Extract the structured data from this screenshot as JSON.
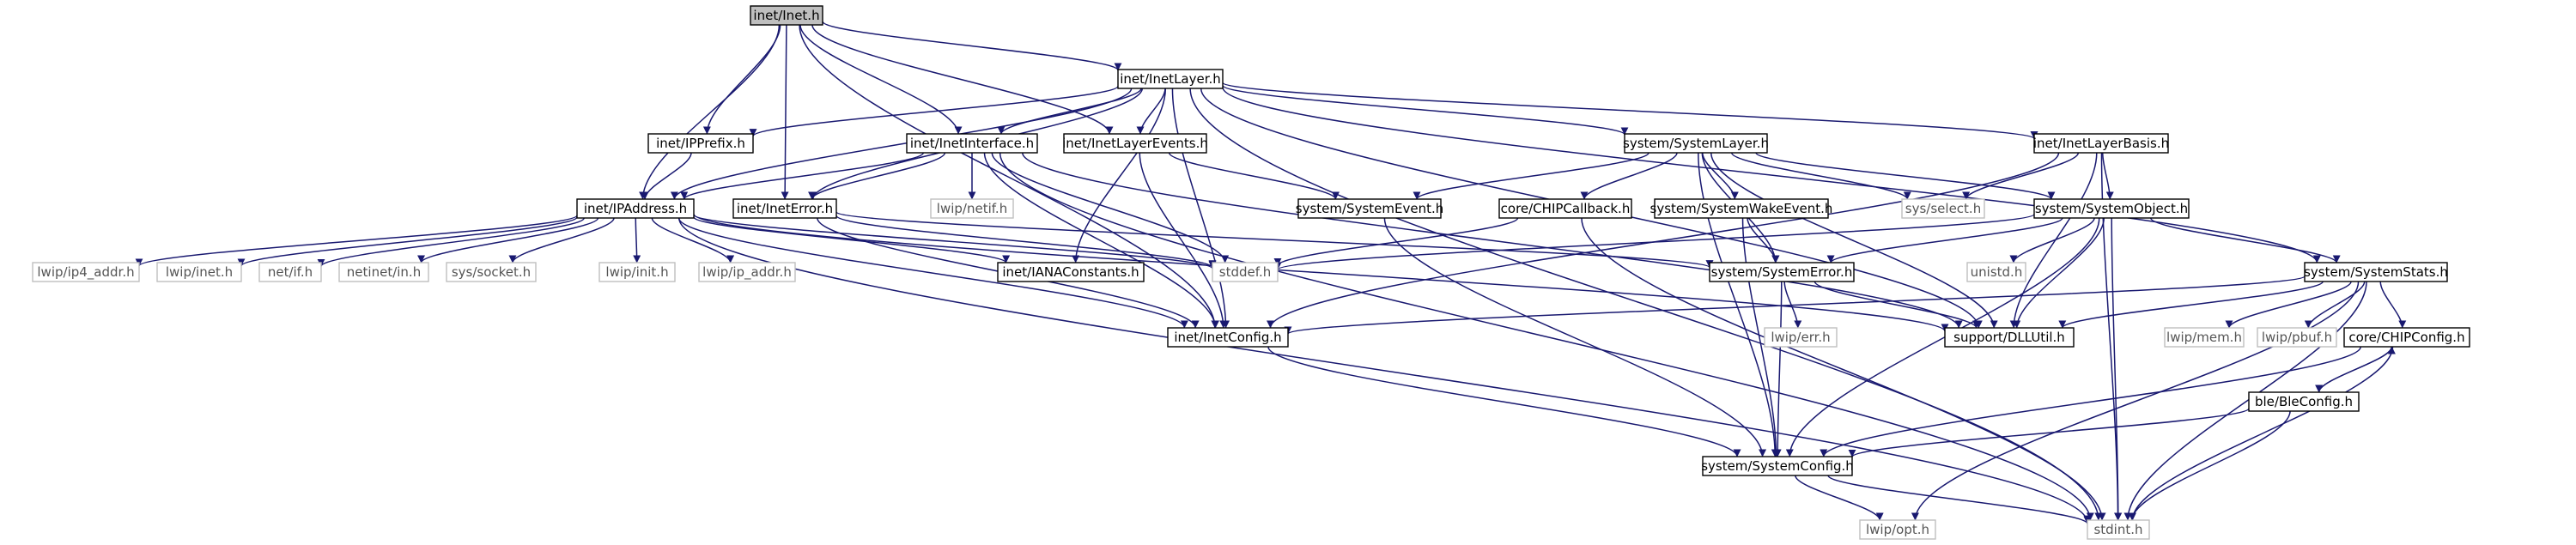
{
  "graph": {
    "colors": {
      "edge": "#191970",
      "root_fill": "#bfbfbf",
      "node_fill": "#ffffff",
      "node_border": "#000000",
      "external_border": "#bfbfbf",
      "external_text": "#555555"
    },
    "nodes": [
      {
        "id": "root",
        "label": "inet/Inet.h",
        "kind": "root"
      },
      {
        "id": "inetlayer",
        "label": "inet/InetLayer.h",
        "kind": "doc"
      },
      {
        "id": "ipprefix",
        "label": "inet/IPPrefix.h",
        "kind": "doc"
      },
      {
        "id": "inetinterface",
        "label": "inet/InetInterface.h",
        "kind": "doc"
      },
      {
        "id": "inetlayerevents",
        "label": "inet/InetLayerEvents.h",
        "kind": "doc"
      },
      {
        "id": "systemlayer",
        "label": "system/SystemLayer.h",
        "kind": "doc"
      },
      {
        "id": "inetlayerbasis",
        "label": "inet/InetLayerBasis.h",
        "kind": "doc"
      },
      {
        "id": "ipaddress",
        "label": "inet/IPAddress.h",
        "kind": "doc"
      },
      {
        "id": "ineterror",
        "label": "inet/InetError.h",
        "kind": "doc"
      },
      {
        "id": "lwip_netif",
        "label": "lwip/netif.h",
        "kind": "ext"
      },
      {
        "id": "systemevent",
        "label": "system/SystemEvent.h",
        "kind": "doc"
      },
      {
        "id": "chipcallback",
        "label": "core/CHIPCallback.h",
        "kind": "doc"
      },
      {
        "id": "systemwakeevent",
        "label": "system/SystemWakeEvent.h",
        "kind": "doc"
      },
      {
        "id": "sys_select",
        "label": "sys/select.h",
        "kind": "ext"
      },
      {
        "id": "systemobject",
        "label": "system/SystemObject.h",
        "kind": "doc"
      },
      {
        "id": "ip4_addr",
        "label": "lwip/ip4_addr.h",
        "kind": "ext"
      },
      {
        "id": "lwip_inet",
        "label": "lwip/inet.h",
        "kind": "ext"
      },
      {
        "id": "net_if",
        "label": "net/if.h",
        "kind": "ext"
      },
      {
        "id": "netinet_in",
        "label": "netinet/in.h",
        "kind": "ext"
      },
      {
        "id": "sys_socket",
        "label": "sys/socket.h",
        "kind": "ext"
      },
      {
        "id": "lwip_init",
        "label": "lwip/init.h",
        "kind": "ext"
      },
      {
        "id": "lwip_ip_addr",
        "label": "lwip/ip_addr.h",
        "kind": "ext"
      },
      {
        "id": "ianaconstants",
        "label": "inet/IANAConstants.h",
        "kind": "doc"
      },
      {
        "id": "stddef",
        "label": "stddef.h",
        "kind": "ext"
      },
      {
        "id": "systemerror",
        "label": "system/SystemError.h",
        "kind": "doc"
      },
      {
        "id": "unistd",
        "label": "unistd.h",
        "kind": "ext"
      },
      {
        "id": "systemstats",
        "label": "system/SystemStats.h",
        "kind": "doc"
      },
      {
        "id": "inetconfig",
        "label": "inet/InetConfig.h",
        "kind": "doc"
      },
      {
        "id": "lwip_err",
        "label": "lwip/err.h",
        "kind": "ext"
      },
      {
        "id": "dlutil",
        "label": "support/DLLUtil.h",
        "kind": "doc"
      },
      {
        "id": "lwip_mem",
        "label": "lwip/mem.h",
        "kind": "ext"
      },
      {
        "id": "lwip_pbuf",
        "label": "lwip/pbuf.h",
        "kind": "ext"
      },
      {
        "id": "chipconfig",
        "label": "core/CHIPConfig.h",
        "kind": "doc"
      },
      {
        "id": "bleconfig",
        "label": "ble/BleConfig.h",
        "kind": "doc"
      },
      {
        "id": "systemconfig",
        "label": "system/SystemConfig.h",
        "kind": "doc"
      },
      {
        "id": "lwip_opt",
        "label": "lwip/opt.h",
        "kind": "ext"
      },
      {
        "id": "stdint",
        "label": "stdint.h",
        "kind": "ext"
      }
    ],
    "edges": [
      [
        "root",
        "inetlayer"
      ],
      [
        "root",
        "ipprefix"
      ],
      [
        "root",
        "inetinterface"
      ],
      [
        "root",
        "inetlayerevents"
      ],
      [
        "root",
        "ipaddress"
      ],
      [
        "root",
        "ineterror"
      ],
      [
        "root",
        "inetconfig"
      ],
      [
        "inetlayer",
        "ipprefix"
      ],
      [
        "inetlayer",
        "inetinterface"
      ],
      [
        "inetlayer",
        "inetlayerevents"
      ],
      [
        "inetlayer",
        "systemlayer"
      ],
      [
        "inetlayer",
        "inetlayerbasis"
      ],
      [
        "inetlayer",
        "ipaddress"
      ],
      [
        "inetlayer",
        "ineterror"
      ],
      [
        "inetlayer",
        "ianaconstants"
      ],
      [
        "inetlayer",
        "inetconfig"
      ],
      [
        "inetlayer",
        "dlutil"
      ],
      [
        "inetlayer",
        "systemstats"
      ],
      [
        "inetlayer",
        "stdint"
      ],
      [
        "ipprefix",
        "ipaddress"
      ],
      [
        "inetinterface",
        "ipaddress"
      ],
      [
        "inetinterface",
        "ineterror"
      ],
      [
        "inetinterface",
        "lwip_netif"
      ],
      [
        "inetinterface",
        "stddef"
      ],
      [
        "inetinterface",
        "inetconfig"
      ],
      [
        "inetinterface",
        "dlutil"
      ],
      [
        "inetinterface",
        "stdint"
      ],
      [
        "inetlayerevents",
        "systemevent"
      ],
      [
        "inetlayerevents",
        "inetconfig"
      ],
      [
        "systemlayer",
        "systemevent"
      ],
      [
        "systemlayer",
        "chipcallback"
      ],
      [
        "systemlayer",
        "systemwakeevent"
      ],
      [
        "systemlayer",
        "sys_select"
      ],
      [
        "systemlayer",
        "systemobject"
      ],
      [
        "systemlayer",
        "systemerror"
      ],
      [
        "systemlayer",
        "systemconfig"
      ],
      [
        "systemlayer",
        "dlutil"
      ],
      [
        "inetlayerbasis",
        "sys_select"
      ],
      [
        "inetlayerbasis",
        "systemobject"
      ],
      [
        "inetlayerbasis",
        "inetconfig"
      ],
      [
        "inetlayerbasis",
        "dlutil"
      ],
      [
        "inetlayerbasis",
        "stdint"
      ],
      [
        "ipaddress",
        "ip4_addr"
      ],
      [
        "ipaddress",
        "lwip_inet"
      ],
      [
        "ipaddress",
        "net_if"
      ],
      [
        "ipaddress",
        "netinet_in"
      ],
      [
        "ipaddress",
        "sys_socket"
      ],
      [
        "ipaddress",
        "lwip_init"
      ],
      [
        "ipaddress",
        "lwip_ip_addr"
      ],
      [
        "ipaddress",
        "ianaconstants"
      ],
      [
        "ipaddress",
        "stddef"
      ],
      [
        "ipaddress",
        "inetconfig"
      ],
      [
        "ipaddress",
        "dlutil"
      ],
      [
        "ipaddress",
        "stdint"
      ],
      [
        "ineterror",
        "systemerror"
      ],
      [
        "ineterror",
        "inetconfig"
      ],
      [
        "ineterror",
        "stddef"
      ],
      [
        "systemevent",
        "systemconfig"
      ],
      [
        "chipcallback",
        "stddef"
      ],
      [
        "chipcallback",
        "stdint"
      ],
      [
        "systemwakeevent",
        "systemerror"
      ],
      [
        "systemwakeevent",
        "systemconfig"
      ],
      [
        "systemobject",
        "stddef"
      ],
      [
        "systemobject",
        "systemerror"
      ],
      [
        "systemobject",
        "unistd"
      ],
      [
        "systemobject",
        "systemstats"
      ],
      [
        "systemobject",
        "dlutil"
      ],
      [
        "systemobject",
        "systemconfig"
      ],
      [
        "systemobject",
        "stdint"
      ],
      [
        "systemerror",
        "lwip_err"
      ],
      [
        "systemerror",
        "systemconfig"
      ],
      [
        "systemerror",
        "dlutil"
      ],
      [
        "systemstats",
        "inetconfig"
      ],
      [
        "systemstats",
        "dlutil"
      ],
      [
        "systemstats",
        "lwip_mem"
      ],
      [
        "systemstats",
        "lwip_pbuf"
      ],
      [
        "systemstats",
        "chipconfig"
      ],
      [
        "systemstats",
        "lwip_opt"
      ],
      [
        "systemstats",
        "stdint"
      ],
      [
        "inetconfig",
        "systemconfig"
      ],
      [
        "chipconfig",
        "bleconfig"
      ],
      [
        "chipconfig",
        "systemconfig"
      ],
      [
        "chipconfig",
        "stdint"
      ],
      [
        "bleconfig",
        "chipconfig"
      ],
      [
        "bleconfig",
        "systemconfig"
      ],
      [
        "bleconfig",
        "stdint"
      ],
      [
        "systemconfig",
        "lwip_opt"
      ],
      [
        "systemconfig",
        "stdint"
      ]
    ]
  }
}
